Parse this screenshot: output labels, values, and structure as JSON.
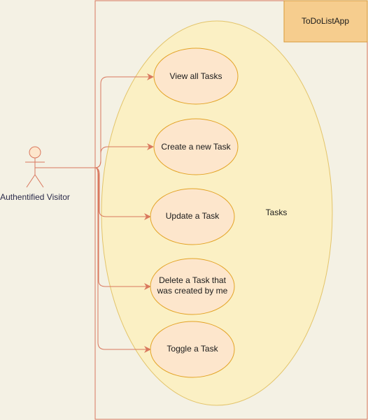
{
  "system": {
    "name": "ToDoListApp",
    "package_label": "Tasks"
  },
  "actor": {
    "name": "Authentified Visitor"
  },
  "use_cases": [
    {
      "id": "view-all-tasks",
      "lines": [
        "View all Tasks"
      ]
    },
    {
      "id": "create-task",
      "lines": [
        "Create a new Task"
      ]
    },
    {
      "id": "update-task",
      "lines": [
        "Update a Task"
      ]
    },
    {
      "id": "delete-own-task",
      "lines": [
        "Delete a Task that",
        "was created by me"
      ]
    },
    {
      "id": "toggle-task",
      "lines": [
        "Toggle a Task"
      ]
    }
  ],
  "colors": {
    "background": "#f4f1e4",
    "border": "#d9785e",
    "use_case_fill": "#fde6cc",
    "use_case_stroke": "#e3a325",
    "package_fill": "#fbf0c4",
    "package_stroke": "#e3c46a",
    "title_box_fill": "#f6cd8e",
    "title_box_stroke": "#d99a3a",
    "connector": "#d9785e",
    "actor": "#d9785e"
  }
}
